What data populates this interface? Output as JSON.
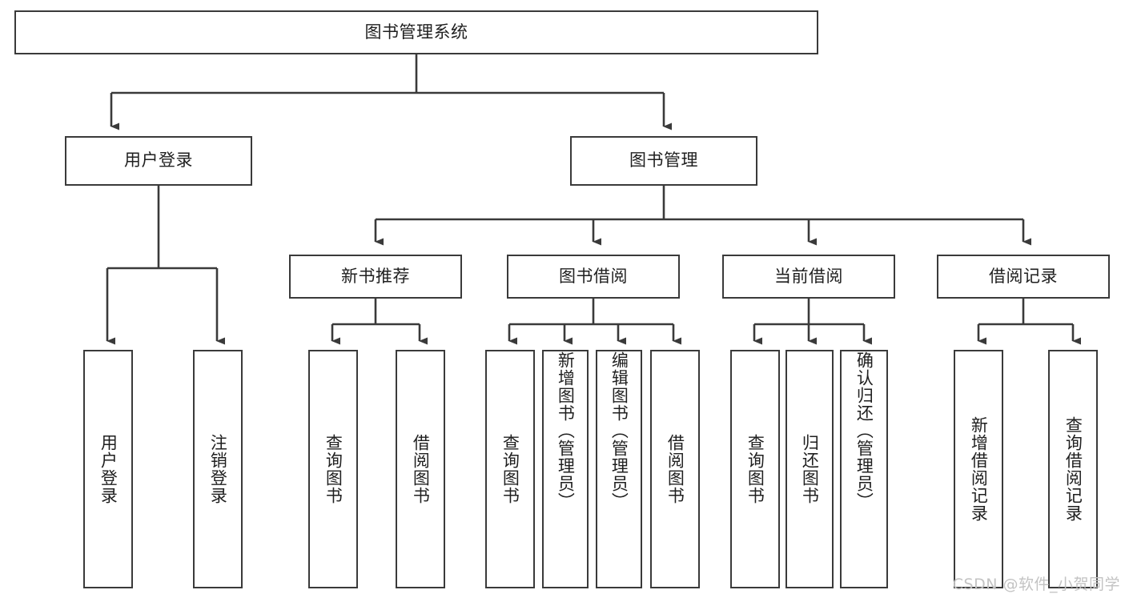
{
  "diagram": {
    "type": "tree",
    "title": "图书管理系统",
    "watermark": "CSDN @软件_小贺同学",
    "colors": {
      "box_border": "#3a3a3a",
      "box_fill": "#ffffff",
      "connector": "#3a3a3a",
      "text": "#1f1f1f",
      "watermark": "#c3c3c3",
      "background": "#ffffff"
    },
    "root": {
      "label": "图书管理系统"
    },
    "level2": [
      {
        "label": "用户登录"
      },
      {
        "label": "图书管理"
      }
    ],
    "level3": [
      {
        "label": "新书推荐"
      },
      {
        "label": "图书借阅"
      },
      {
        "label": "当前借阅"
      },
      {
        "label": "借阅记录"
      }
    ],
    "leaves": {
      "user_login": [
        {
          "label": "用户登录"
        },
        {
          "label": "注销登录"
        }
      ],
      "new_book_recommend": [
        {
          "label": "查询图书"
        },
        {
          "label": "借阅图书"
        }
      ],
      "book_borrow": [
        {
          "label": "查询图书"
        },
        {
          "label": "新增图书（管理员）"
        },
        {
          "label": "编辑图书（管理员）"
        },
        {
          "label": "借阅图书"
        }
      ],
      "current_borrow": [
        {
          "label": "查询图书"
        },
        {
          "label": "归还图书"
        },
        {
          "label": "确认归还（管理员）"
        }
      ],
      "borrow_record": [
        {
          "label": "新增借阅记录"
        },
        {
          "label": "查询借阅记录"
        }
      ]
    }
  }
}
